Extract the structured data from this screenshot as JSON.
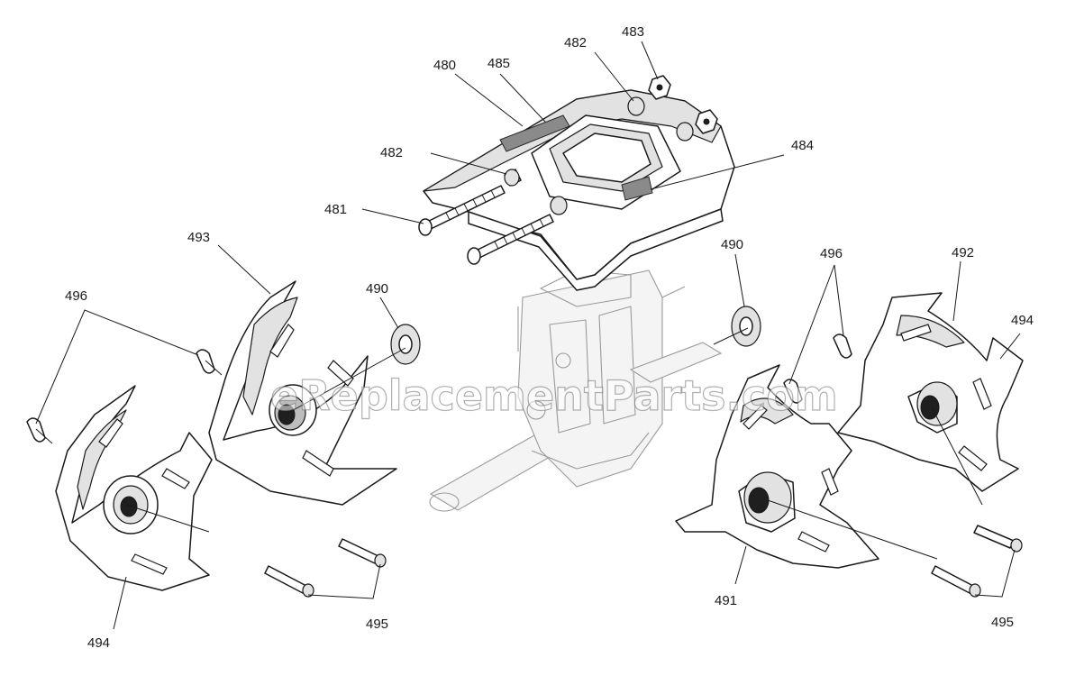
{
  "diagram": {
    "watermark": "eReplacementParts.com",
    "part_numbers": [
      {
        "id": "lbl-480",
        "text": "480"
      },
      {
        "id": "lbl-485",
        "text": "485"
      },
      {
        "id": "lbl-482-top",
        "text": "482"
      },
      {
        "id": "lbl-483",
        "text": "483"
      },
      {
        "id": "lbl-482-left",
        "text": "482"
      },
      {
        "id": "lbl-484",
        "text": "484"
      },
      {
        "id": "lbl-481",
        "text": "481"
      },
      {
        "id": "lbl-493",
        "text": "493"
      },
      {
        "id": "lbl-496-left",
        "text": "496"
      },
      {
        "id": "lbl-490-left",
        "text": "490"
      },
      {
        "id": "lbl-490-right",
        "text": "490"
      },
      {
        "id": "lbl-496-right",
        "text": "496"
      },
      {
        "id": "lbl-492",
        "text": "492"
      },
      {
        "id": "lbl-494-right",
        "text": "494"
      },
      {
        "id": "lbl-494-left",
        "text": "494"
      },
      {
        "id": "lbl-495-left",
        "text": "495"
      },
      {
        "id": "lbl-491",
        "text": "491"
      },
      {
        "id": "lbl-495-right",
        "text": "495"
      }
    ]
  }
}
